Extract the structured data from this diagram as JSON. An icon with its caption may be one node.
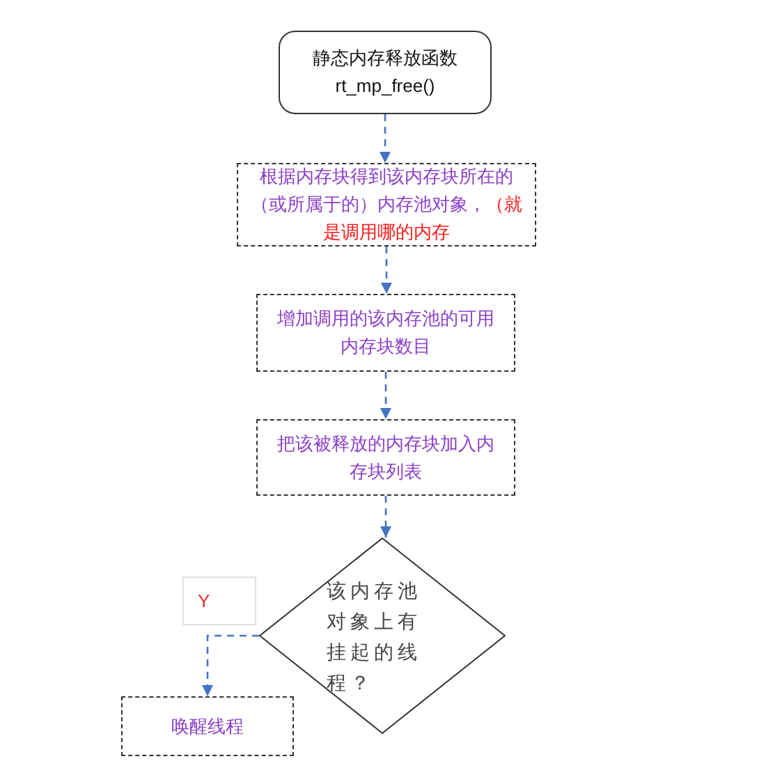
{
  "diagram": {
    "nodes": [
      {
        "text": [
          "静态内存释放函数",
          "rt_mp_free()"
        ]
      },
      {
        "text": [
          "根据内存块得到该内存块所在的（或所属于的）内存池对象，",
          "（就是调用哪的内存"
        ]
      },
      {
        "text": [
          "增加调用的该内存池的可用内存块数目"
        ]
      },
      {
        "text": [
          "把该被释放的内存块加入内存块列表"
        ]
      },
      {
        "text": [
          "该内存池对象上有挂起的线程？"
        ]
      },
      {
        "text": [
          "Y"
        ]
      },
      {
        "text": [
          "唤醒线程"
        ]
      }
    ],
    "edges": [
      {
        "from": 0,
        "to": 1,
        "arrow": "to",
        "style": "dashed"
      },
      {
        "from": 1,
        "to": 2,
        "arrow": "to",
        "style": "dashed"
      },
      {
        "from": 2,
        "to": 3,
        "arrow": "to",
        "style": "dashed"
      },
      {
        "from": 3,
        "to": 4,
        "arrow": "to",
        "style": "dashed"
      },
      {
        "from": 4,
        "to": 6,
        "arrow": "to",
        "style": "dashed"
      }
    ]
  }
}
